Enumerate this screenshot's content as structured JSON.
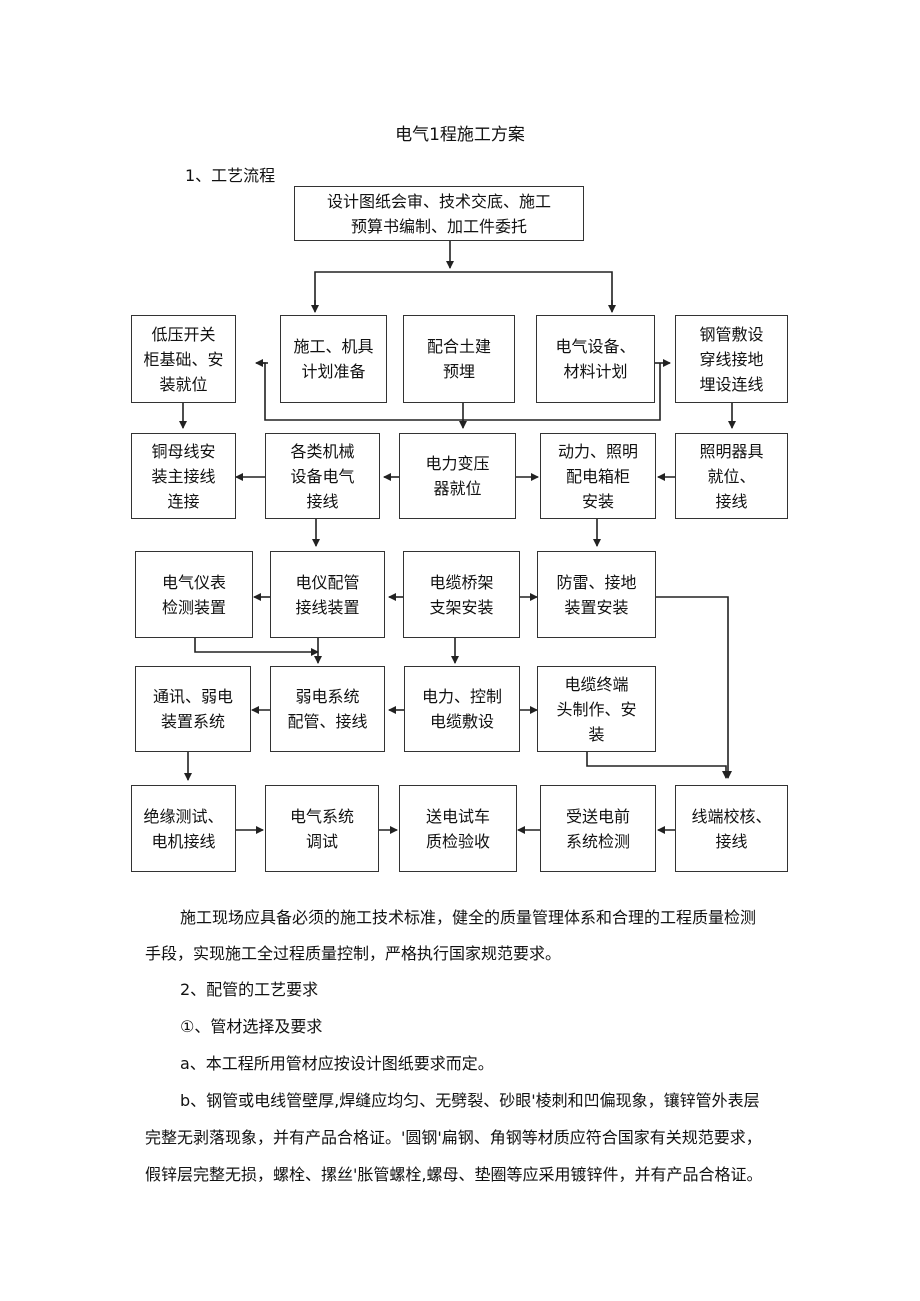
{
  "document": {
    "title": "电气1程施工方案",
    "section1_heading": "1、工艺流程",
    "flowchart": {
      "top": "设计图纸会审、技术交底、施工\n预算书编制、加工件委托",
      "row1": [
        "低压开关\n柜基础、安\n装就位",
        "施工、机具\n计划准备",
        "配合土建\n预埋",
        "电气设备、\n材料计划",
        "钢管敷设\n穿线接地\n埋设连线"
      ],
      "row2": [
        "铜母线安\n装主接线\n连接",
        "各类机械\n设备电气\n接线",
        "电力变压\n器就位",
        "动力、照明\n配电箱柜\n安装",
        "照明器具\n就位、\n接线"
      ],
      "row3": [
        "电气仪表\n检测装置",
        "电仪配管\n接线装置",
        "电缆桥架\n支架安装",
        "防雷、接地\n装置安装"
      ],
      "row4": [
        "通讯、弱电\n装置系统",
        "弱电系统\n配管、接线",
        "电力、控制\n电缆敷设",
        "电缆终端\n头制作、安\n装"
      ],
      "row5": [
        "绝缘测试、\n电机接线",
        "电气系统\n调试",
        "送电试车\n质检验收",
        "受送电前\n系统检测",
        "线端校核、\n接线"
      ]
    },
    "paragraph1_line1": "施工现场应具备必须的施工技术标准，健全的质量管理体系和合理的工程质量检测",
    "paragraph1_line2": "手段，实现施工全过程质量控制，严格执行国家规范要求。",
    "section2_heading": "2、配管的工艺要求",
    "subsection1_heading": "①、管材选择及要求",
    "item_a": "a、本工程所用管材应按设计图纸要求而定。",
    "item_b_line1": "b、钢管或电线管壁厚,焊缝应均匀、无劈裂、砂眼'棱刺和凹偏现象，镶锌管外表层",
    "item_b_line2": "完整无剥落现象，并有产品合格证。'圆钢'扁钢、角钢等材质应符合国家有关规范要求，",
    "item_b_line3": "假锌层完整无损，螺栓、摞丝'胀管螺栓,螺母、垫圈等应采用镀锌件，并有产品合格证。"
  }
}
